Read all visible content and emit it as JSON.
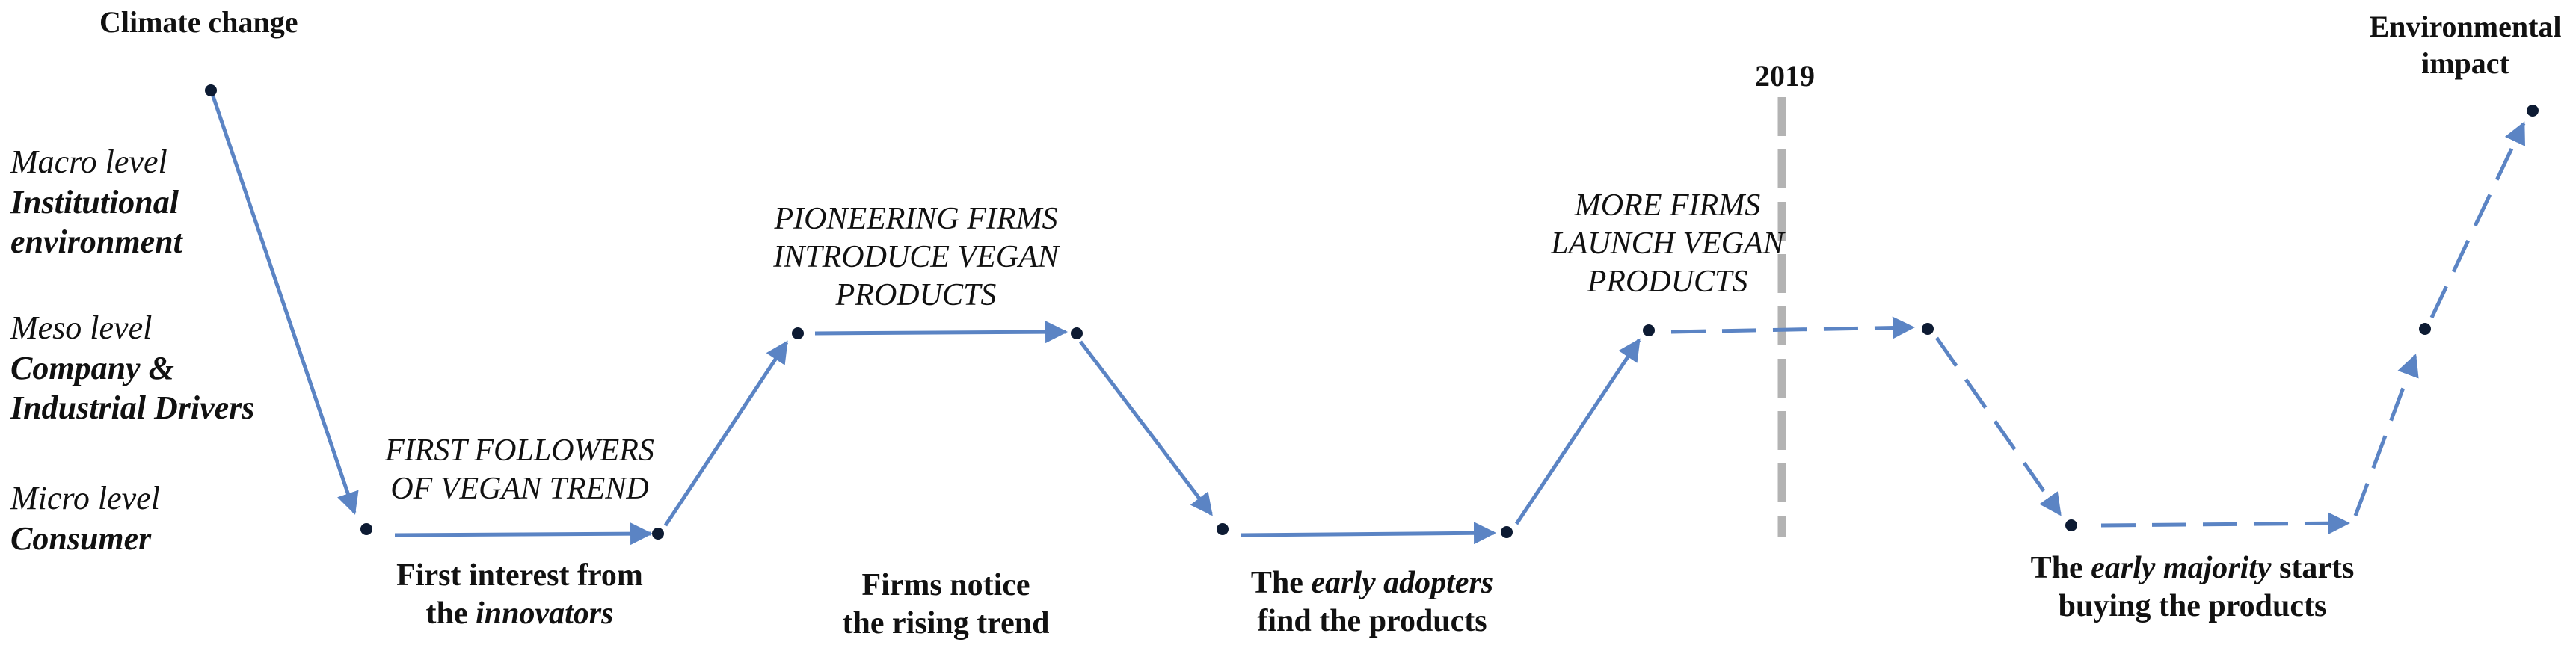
{
  "top_labels": {
    "climate_change": "Climate change",
    "environmental_impact_1": "Environmental",
    "environmental_impact_2": "impact",
    "year_marker": "2019"
  },
  "levels": {
    "macro": {
      "level": "Macro level",
      "name_1": "Institutional",
      "name_2": "environment"
    },
    "meso": {
      "level": "Meso level",
      "name_1": "Company &",
      "name_2": "Industrial Drivers"
    },
    "micro": {
      "level": "Micro level",
      "name_1": "Consumer"
    }
  },
  "firm_events": {
    "first_followers": [
      "FIRST FOLLOWERS",
      "OF VEGAN TREND"
    ],
    "pioneering": [
      "PIONEERING FIRMS",
      "INTRODUCE VEGAN",
      "PRODUCTS"
    ],
    "more_firms": [
      "MORE FIRMS",
      "LAUNCH VEGAN",
      "PRODUCTS"
    ]
  },
  "consumer_stages": {
    "innovators": {
      "line1": "First interest from",
      "pre": "the ",
      "em": "innovators"
    },
    "rising": {
      "line1": "Firms notice",
      "line2": "the rising trend"
    },
    "early_adopters": {
      "pre": "The ",
      "em": "early adopters",
      "line2": "find the products"
    },
    "early_majority": {
      "pre": "The ",
      "em": "early majority",
      "post": " starts",
      "line2": "buying the products"
    }
  },
  "colors": {
    "arrow": "#5b84c4",
    "dot": "#0d1b33",
    "divider": "#b3b3b3",
    "text": "#111111"
  }
}
